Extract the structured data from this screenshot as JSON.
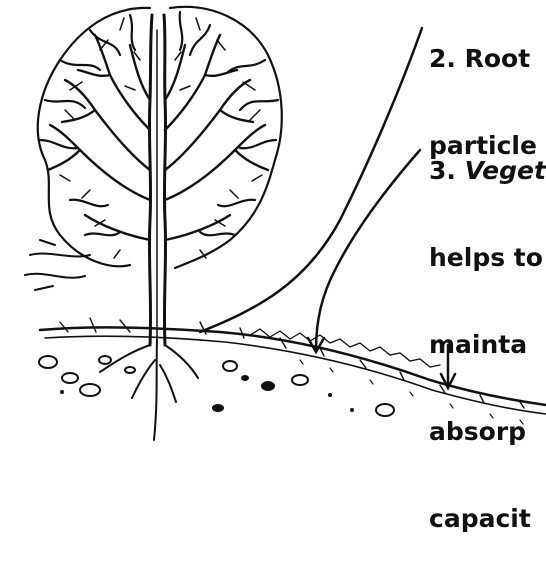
{
  "captions": {
    "c2_line1": "2. Root",
    "c2_line2": "particle",
    "c3_num": "3.",
    "c3_word": "Veget",
    "c3_line2": "helps to",
    "c3_line3": "mainta",
    "c3_line4": "absorp",
    "c3_line5": "capacit"
  },
  "colors": {
    "ink": "#111111",
    "paper": "#ffffff"
  }
}
